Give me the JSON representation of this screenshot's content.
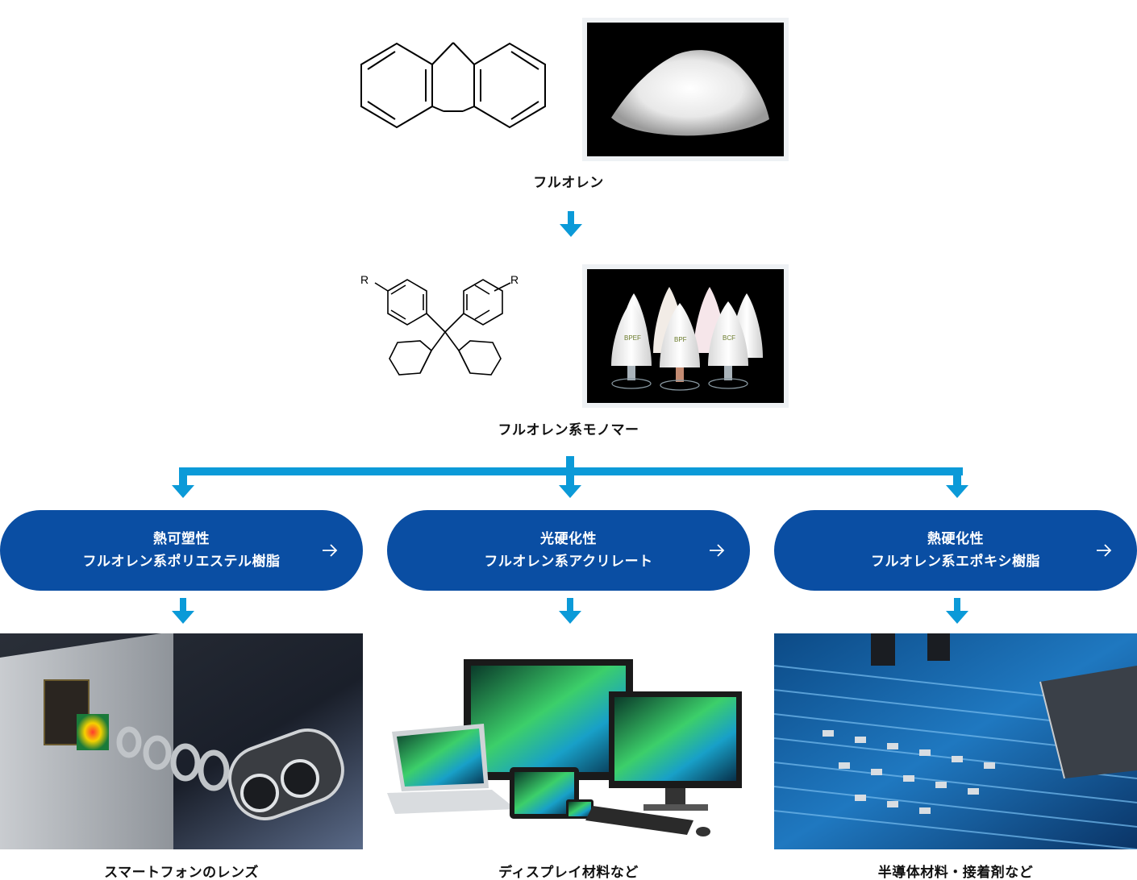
{
  "fluorene": {
    "caption": "フルオレン"
  },
  "monomer": {
    "caption": "フルオレン系モノマー",
    "substituent_label": "R",
    "bottle_labels": [
      "BPEF",
      "BPF",
      "BCF"
    ]
  },
  "products": [
    {
      "line1": "熱可塑性",
      "line2": "フルオレン系ポリエステル樹脂",
      "application": "スマートフォンのレンズ"
    },
    {
      "line1": "光硬化性",
      "line2": "フルオレン系アクリレート",
      "application": "ディスプレイ材料など"
    },
    {
      "line1": "熱硬化性",
      "line2": "フルオレン系エポキシ樹脂",
      "application": "半導体材料・接着剤など"
    }
  ],
  "colors": {
    "arrow": "#0b9ad8",
    "pill": "#0a4ea3"
  },
  "icons": {
    "arrow": "arrow-down-icon",
    "pill_arrow": "arrow-right-icon"
  }
}
